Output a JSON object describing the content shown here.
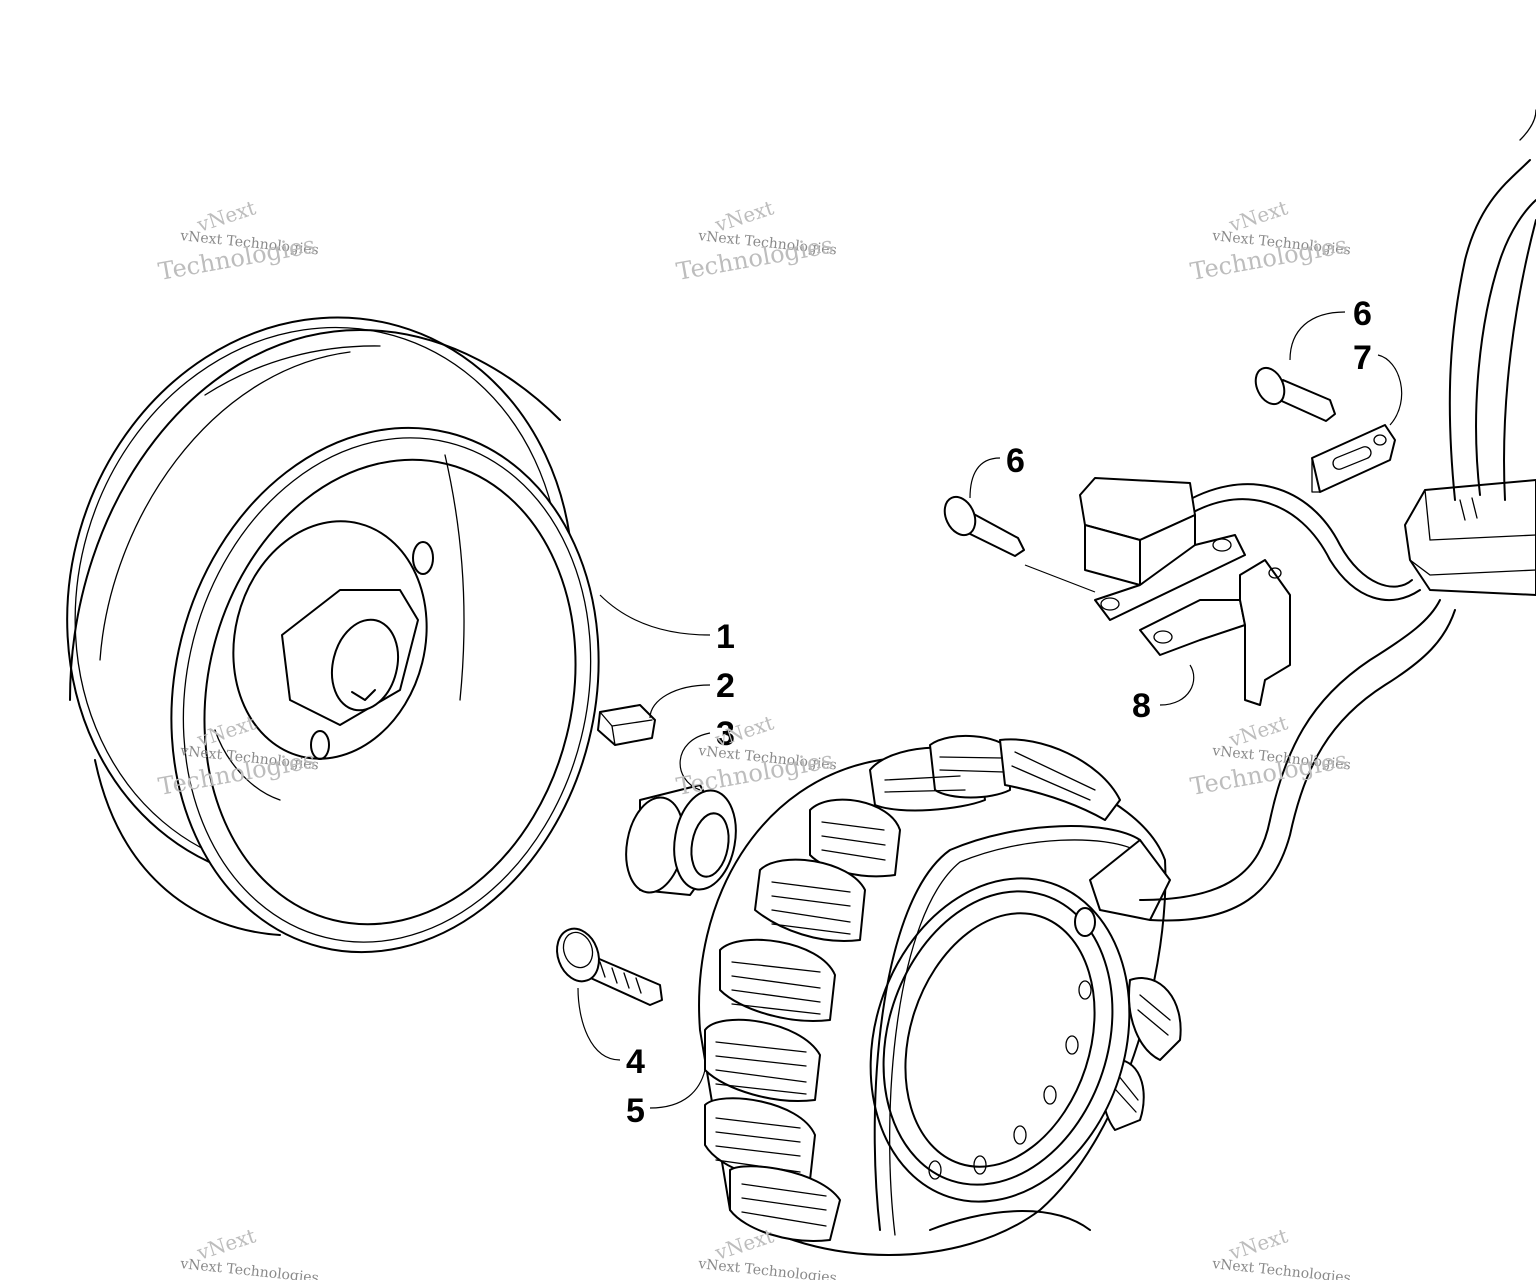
{
  "callouts": {
    "c1": "1",
    "c2": "2",
    "c3": "3",
    "c4": "4",
    "c5": "5",
    "c6a": "6",
    "c6b": "6",
    "c7": "7",
    "c8": "8"
  },
  "watermark": {
    "line1": "vNext",
    "line2": "vNext Technologies",
    "line3": "Technologies"
  }
}
